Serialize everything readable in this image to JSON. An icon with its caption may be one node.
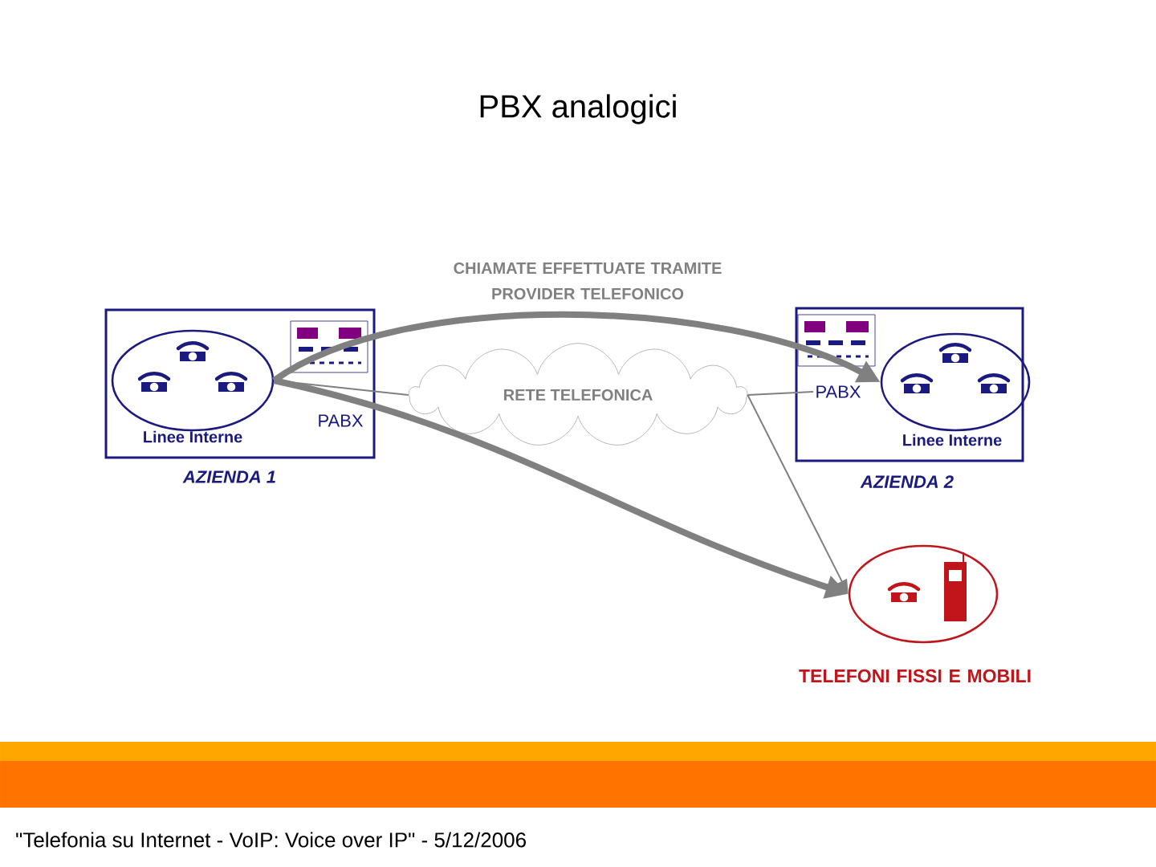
{
  "diagram": {
    "title": "PBX analogici",
    "caption": "\"Telefonia su Internet - VoIP: Voice over IP\" - 5/12/2006",
    "nodes": [
      {
        "text": [
          "AZIENDA 1"
        ]
      },
      {
        "text": [
          "Linee Interne"
        ],
        "in": 0
      },
      {
        "text": [
          "PABX"
        ],
        "in": 0
      },
      {
        "text": [
          "RETE TELEFONICA"
        ]
      },
      {
        "text": [
          "AZIENDA 2"
        ]
      },
      {
        "text": [
          "PABX"
        ],
        "in": 4
      },
      {
        "text": [
          "Linee Interne"
        ],
        "in": 4
      },
      {
        "text": [
          "TELEFONI FISSI E MOBILI"
        ]
      }
    ],
    "edges": [
      {
        "from": 1,
        "to": 6,
        "arrow": "to",
        "style": "thick",
        "label": "CHIAMATE EFFETTUATE TRAMITE PROVIDER TELEFONICO"
      },
      {
        "from": 1,
        "to": 7,
        "arrow": "to",
        "style": "thick"
      },
      {
        "from": 1,
        "to": 3,
        "arrow": "none"
      },
      {
        "from": 3,
        "to": 5,
        "arrow": "none"
      },
      {
        "from": 3,
        "to": 7,
        "arrow": "to"
      }
    ]
  }
}
